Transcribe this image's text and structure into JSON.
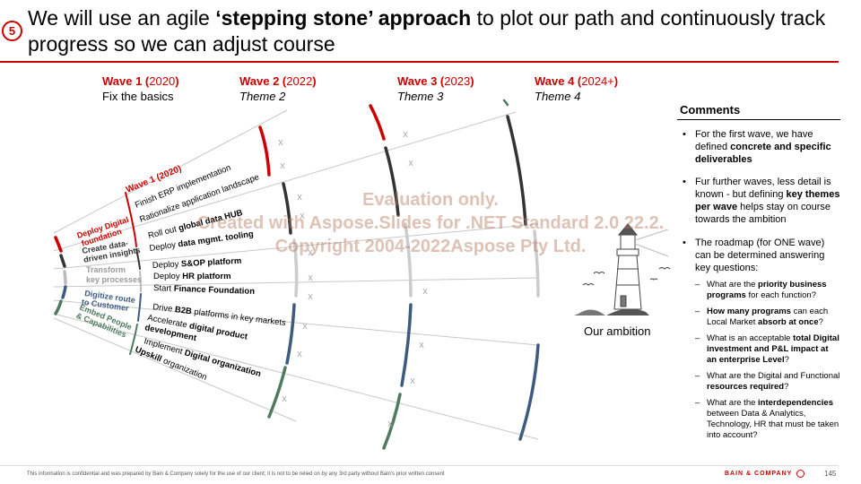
{
  "slide": {
    "badge": "5",
    "title_parts": {
      "p1": "We will use an agile ",
      "p2": "‘stepping stone’ approach",
      "p3": " to plot our path and continuously track progress so we can adjust course"
    }
  },
  "waves": [
    {
      "prefix": "Wave 1 (",
      "year": "2020",
      "suffix": ")",
      "theme": "Fix the basics"
    },
    {
      "prefix": "Wave 2 (",
      "year": "2022",
      "suffix": ")",
      "theme": "Theme 2"
    },
    {
      "prefix": "Wave 3 (",
      "year": "2023",
      "suffix": ")",
      "theme": "Theme 3"
    },
    {
      "prefix": "Wave 4 (",
      "year": "2024+",
      "suffix": ")",
      "theme": "Theme 4"
    }
  ],
  "diagram": {
    "wave1_tag": "Wave 1 (2020)",
    "categories": [
      {
        "l1": "Deploy Digital",
        "l2": "foundation",
        "color": "#cc0000"
      },
      {
        "l1": "Create data-",
        "l2": "driven insights",
        "color": "#333333"
      },
      {
        "l1": "Transform",
        "l2": "key processes",
        "color": "#999999"
      },
      {
        "l1": "Digitize route",
        "l2": "to Customer",
        "color": "#3d5a80"
      },
      {
        "l1": "Embed People",
        "l2": "& Capabilities",
        "color": "#4f7a5e"
      }
    ],
    "initiatives": {
      "i1": "Finish ERP implementation",
      "i2": "Rationalize application landscape",
      "i3a": "Roll out ",
      "i3b": "global data HUB",
      "i4a": "Deploy ",
      "i4b": "data mgmt. tooling",
      "i5a": "Deploy ",
      "i5b": "S&OP platform",
      "i6a": "Deploy ",
      "i6b": "HR platform",
      "i7a": "Start ",
      "i7b": "Finance Foundation",
      "i8a": "Drive ",
      "i8b": "B2B",
      "i8c": " platforms in key markets",
      "i9a": "Accelerate ",
      "i9b": "digital product",
      "i9c": "development",
      "i10a": "Implement ",
      "i10b": "Digital organization",
      "i11a": "Upskill",
      "i11b": " organization"
    },
    "x_mark": "x"
  },
  "ambition": "Our ambition",
  "comments": {
    "header": "Comments",
    "b1": {
      "a": "For the first wave, we have defined ",
      "b": "concrete and specific deliverables"
    },
    "b2": {
      "a": "Fur further waves, less detail is known - but defining ",
      "b": "key themes per wave",
      "c": " helps stay on course towards the ambition"
    },
    "b3": "The roadmap (for ONE wave) can be determined answering key questions:",
    "d1": {
      "a": "What are the ",
      "b": "priority business programs",
      "c": " for each function?"
    },
    "d2": {
      "a": "How many programs",
      "b": " can each Local Market ",
      "c": "absorb at once",
      "d": "?"
    },
    "d3": {
      "a": "What is an acceptable ",
      "b": "total Digital investment and P&L impact at an enterprise Level",
      "c": "?"
    },
    "d4": {
      "a": "What are the Digital and Functional ",
      "b": "resources required",
      "c": "?"
    },
    "d5": {
      "a": "What are the ",
      "b": "interdependencies",
      "c": " between Data & Analytics, Technology, HR that must be taken into account?"
    }
  },
  "watermark": {
    "l1": "Evaluation only.",
    "l2": "Created with Aspose.Slides for .NET Standard 2.0 22.2.",
    "l3": "Copyright 2004-2022Aspose Pty Ltd."
  },
  "footer": {
    "note": "This information is confidential and was prepared by Bain & Company solely for the use of our client; it is not to be relied on by any 3rd party without Bain's prior written consent",
    "logo": "BAIN & COMPANY",
    "page": "145"
  },
  "colors": {
    "accent": "#cc0000",
    "dark": "#333333",
    "grey": "#999999",
    "blue": "#3d5a80",
    "green": "#4f7a5e"
  }
}
